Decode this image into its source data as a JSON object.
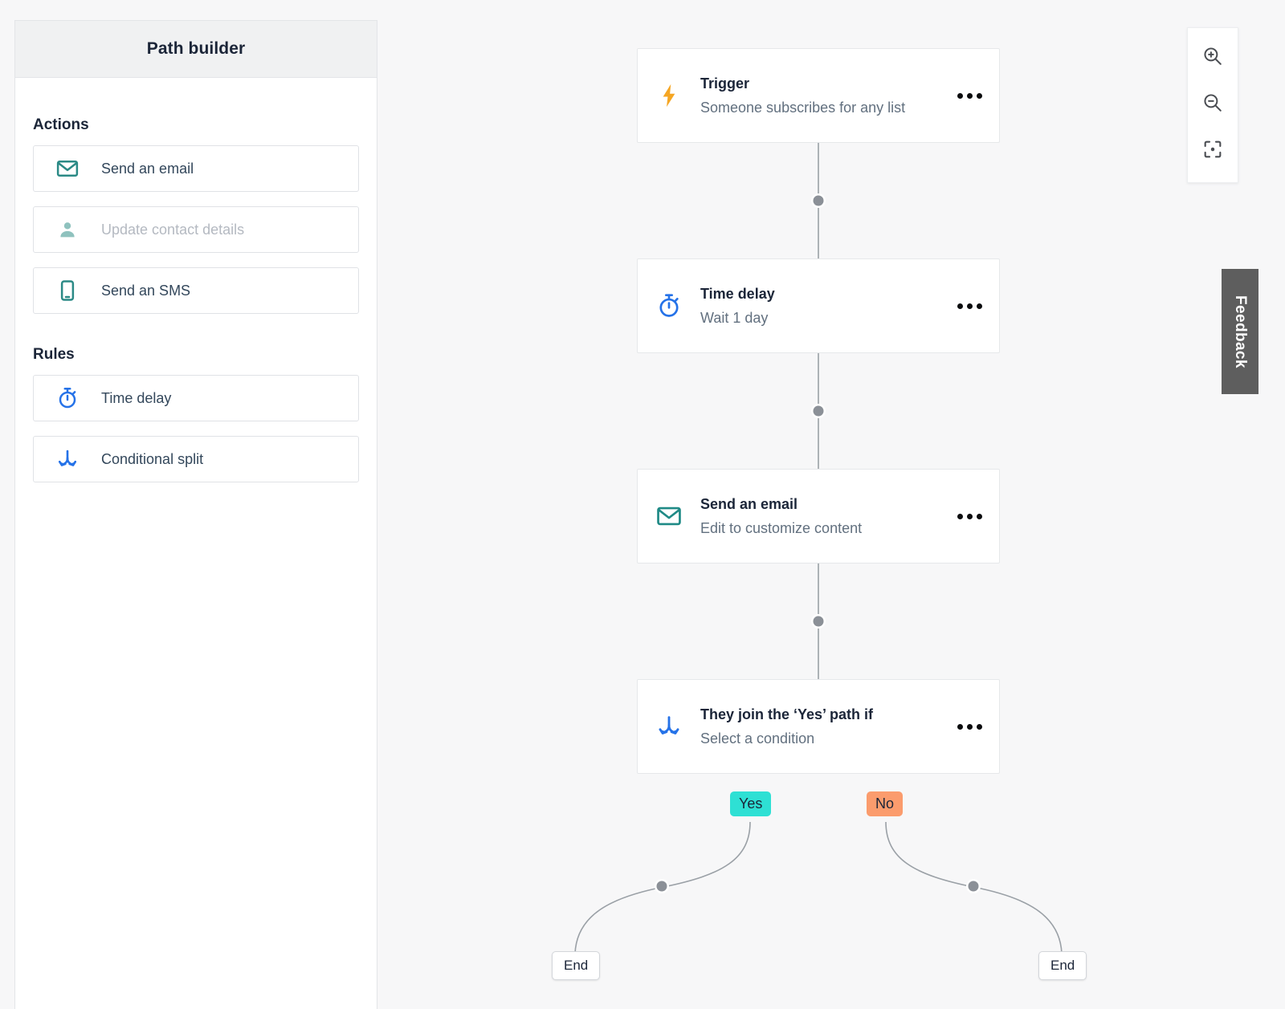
{
  "sidebar": {
    "title": "Path builder",
    "groups": [
      {
        "label": "Actions",
        "items": [
          {
            "label": "Send an email",
            "icon": "envelope-icon",
            "color": "#2b8a86",
            "disabled": false
          },
          {
            "label": "Update contact details",
            "icon": "person-icon",
            "color": "#8fc2be",
            "disabled": true
          },
          {
            "label": "Send an SMS",
            "icon": "mobile-phone-icon",
            "color": "#2b8a86",
            "disabled": false
          }
        ]
      },
      {
        "label": "Rules",
        "items": [
          {
            "label": "Time delay",
            "icon": "stopwatch-icon",
            "color": "#2572e8",
            "disabled": false
          },
          {
            "label": "Conditional split",
            "icon": "split-branch-icon",
            "color": "#2572e8",
            "disabled": false
          }
        ]
      }
    ]
  },
  "canvas": {
    "nodes": [
      {
        "title": "Trigger",
        "subtitle": "Someone subscribes for any list",
        "icon": "lightning-bolt-icon",
        "color": "#f5a623",
        "menu": "more-options"
      },
      {
        "title": "Time delay",
        "subtitle": "Wait 1 day",
        "icon": "stopwatch-icon",
        "color": "#2572e8",
        "menu": "more-options"
      },
      {
        "title": "Send an email",
        "subtitle": "Edit to customize content",
        "icon": "envelope-icon",
        "color": "#1f8a86",
        "menu": "more-options"
      },
      {
        "title": "They join the ‘Yes’ path if",
        "subtitle": "Select a condition",
        "icon": "split-branch-icon",
        "color": "#2572e8",
        "menu": "more-options"
      }
    ],
    "branches": [
      {
        "label": "Yes",
        "color": "#2ee0d4"
      },
      {
        "label": "No",
        "color": "#fb9c6d"
      }
    ],
    "end_nodes": [
      {
        "label": "End"
      },
      {
        "label": "End"
      }
    ]
  },
  "zoom_controls": [
    {
      "name": "zoom-in",
      "icon": "magnifier-plus-icon"
    },
    {
      "name": "zoom-out",
      "icon": "magnifier-minus-icon"
    },
    {
      "name": "fit-to-screen",
      "icon": "focus-target-icon"
    }
  ],
  "feedback": {
    "label": "Feedback"
  },
  "colors": {
    "canvas_background": "#f7f7f8",
    "panel_background": "#ffffff",
    "header_background": "#f0f1f2",
    "teal": "#2b8a86",
    "blue": "#2572e8",
    "orange": "#f5a623",
    "yes_badge": "#2ee0d4",
    "no_badge": "#fb9c6d",
    "feedback_tab": "#5e5e5e",
    "edge_line": "#9aa0a6"
  }
}
